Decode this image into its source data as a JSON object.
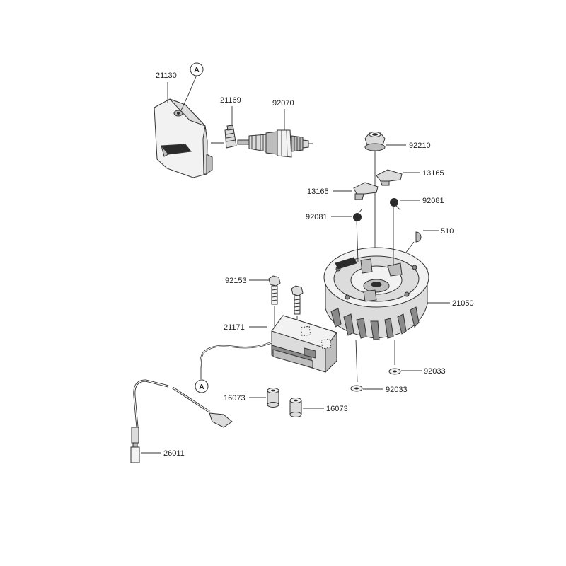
{
  "diagram": {
    "parts": [
      {
        "id": "21130",
        "label": "21130"
      },
      {
        "id": "21169",
        "label": "21169"
      },
      {
        "id": "92070",
        "label": "92070"
      },
      {
        "id": "92210",
        "label": "92210"
      },
      {
        "id": "13165a",
        "label": "13165"
      },
      {
        "id": "13165b",
        "label": "13165"
      },
      {
        "id": "92081a",
        "label": "92081"
      },
      {
        "id": "92081b",
        "label": "92081"
      },
      {
        "id": "510",
        "label": "510"
      },
      {
        "id": "92153",
        "label": "92153"
      },
      {
        "id": "21050",
        "label": "21050"
      },
      {
        "id": "21171",
        "label": "21171"
      },
      {
        "id": "92033a",
        "label": "92033"
      },
      {
        "id": "92033b",
        "label": "92033"
      },
      {
        "id": "16073a",
        "label": "16073"
      },
      {
        "id": "16073b",
        "label": "16073"
      },
      {
        "id": "26011",
        "label": "26011"
      }
    ],
    "callouts": [
      {
        "id": "A-top",
        "letter": "A"
      },
      {
        "id": "A-bottom",
        "letter": "A"
      }
    ]
  }
}
